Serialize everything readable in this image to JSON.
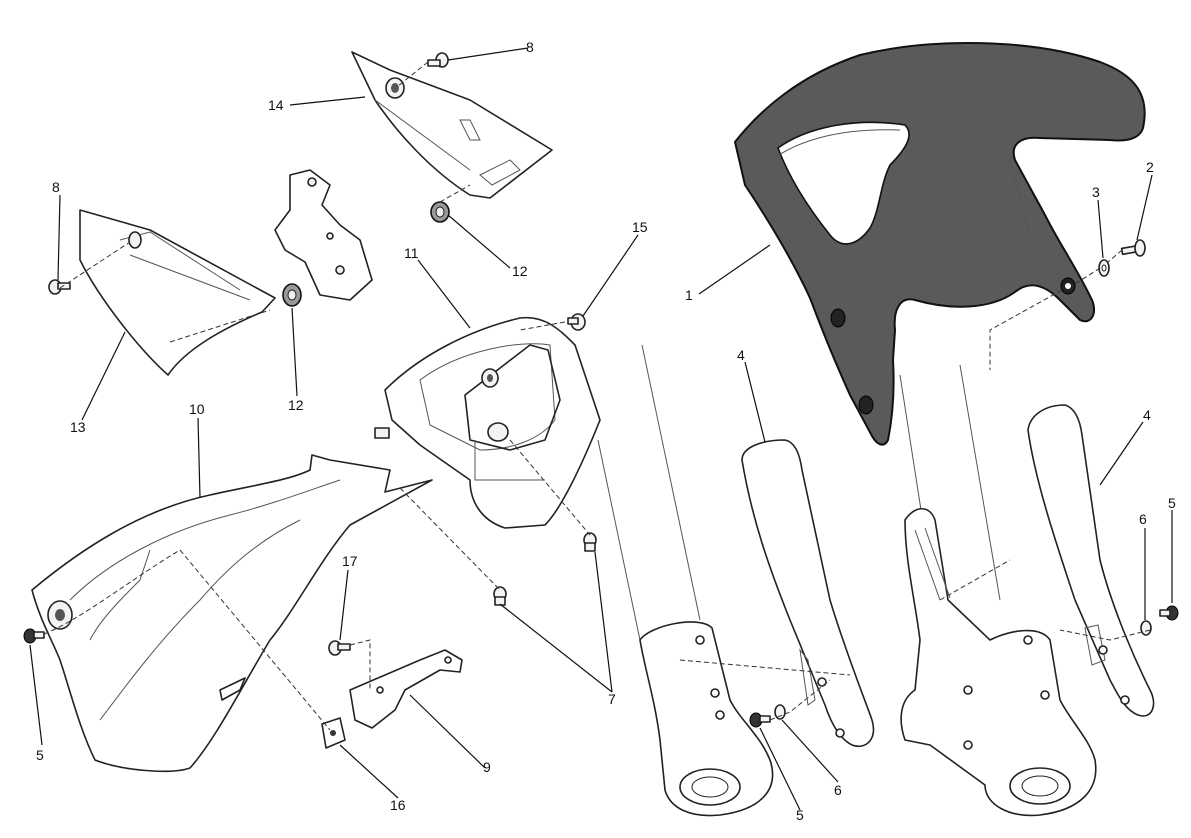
{
  "callouts": [
    {
      "id": "c1",
      "label": "1"
    },
    {
      "id": "c2",
      "label": "2"
    },
    {
      "id": "c3",
      "label": "3"
    },
    {
      "id": "c4a",
      "label": "4"
    },
    {
      "id": "c4b",
      "label": "4"
    },
    {
      "id": "c5a",
      "label": "5"
    },
    {
      "id": "c5b",
      "label": "5"
    },
    {
      "id": "c5c",
      "label": "5"
    },
    {
      "id": "c6a",
      "label": "6"
    },
    {
      "id": "c6b",
      "label": "6"
    },
    {
      "id": "c7",
      "label": "7"
    },
    {
      "id": "c8a",
      "label": "8"
    },
    {
      "id": "c8b",
      "label": "8"
    },
    {
      "id": "c9",
      "label": "9"
    },
    {
      "id": "c10",
      "label": "10"
    },
    {
      "id": "c11",
      "label": "11"
    },
    {
      "id": "c12a",
      "label": "12"
    },
    {
      "id": "c12b",
      "label": "12"
    },
    {
      "id": "c13",
      "label": "13"
    },
    {
      "id": "c14",
      "label": "14"
    },
    {
      "id": "c15",
      "label": "15"
    },
    {
      "id": "c16",
      "label": "16"
    },
    {
      "id": "c17",
      "label": "17"
    }
  ]
}
